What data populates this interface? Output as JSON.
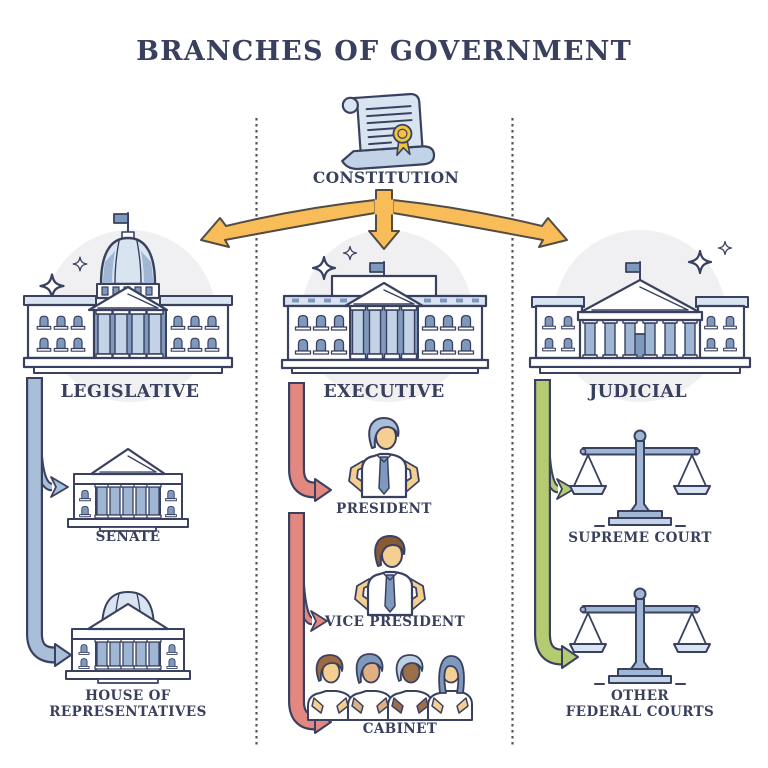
{
  "title": "BRANCHES OF GOVERNMENT",
  "constitution": {
    "label": "CONSTITUTION",
    "icon": "constitution-scroll-icon"
  },
  "branches": [
    {
      "label": "LEGISLATIVE",
      "icon": "capitol-building-icon",
      "children": [
        {
          "label": "SENATE",
          "icon": "senate-building-icon"
        },
        {
          "label": "HOUSE OF\nREPRESENTATIVES",
          "icon": "house-of-representatives-building-icon"
        }
      ]
    },
    {
      "label": "EXECUTIVE",
      "icon": "white-house-icon",
      "children": [
        {
          "label": "PRESIDENT",
          "icon": "president-person-icon"
        },
        {
          "label": "VICE PRESIDENT",
          "icon": "vice-president-person-icon"
        },
        {
          "label": "CABINET",
          "icon": "cabinet-group-icon"
        }
      ]
    },
    {
      "label": "JUDICIAL",
      "icon": "courthouse-building-icon",
      "children": [
        {
          "label": "SUPREME COURT",
          "icon": "scales-of-justice-icon"
        },
        {
          "label": "OTHER\nFEDERAL COURTS",
          "icon": "scales-of-justice-icon"
        }
      ]
    }
  ],
  "colors": {
    "navy_outline_text": "#39405E",
    "constitution_arrow": "#F8BD59",
    "legislative_arrow": "#A9BFD9",
    "executive_arrow": "#E28880",
    "judicial_arrow": "#B5CB72",
    "seal_gold": "#F2C33E"
  }
}
